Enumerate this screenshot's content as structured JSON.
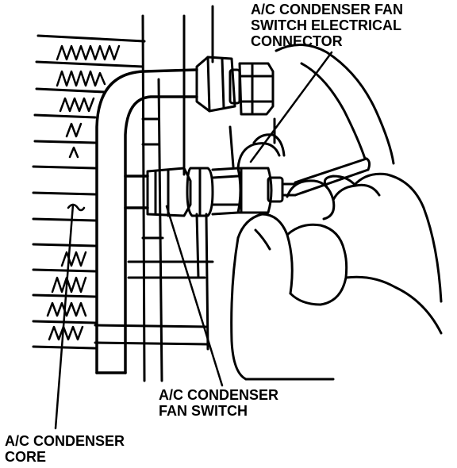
{
  "labels": {
    "connector": {
      "line1": "A/C CONDENSER FAN",
      "line2": "SWITCH ELECTRICAL",
      "line3": "CONNECTOR"
    },
    "fan_switch": {
      "line1": "A/C CONDENSER",
      "line2": "FAN SWITCH"
    },
    "core": {
      "line1": "A/C CONDENSER",
      "line2": "CORE"
    }
  },
  "colors": {
    "ink": "#000000",
    "paper": "#ffffff"
  }
}
